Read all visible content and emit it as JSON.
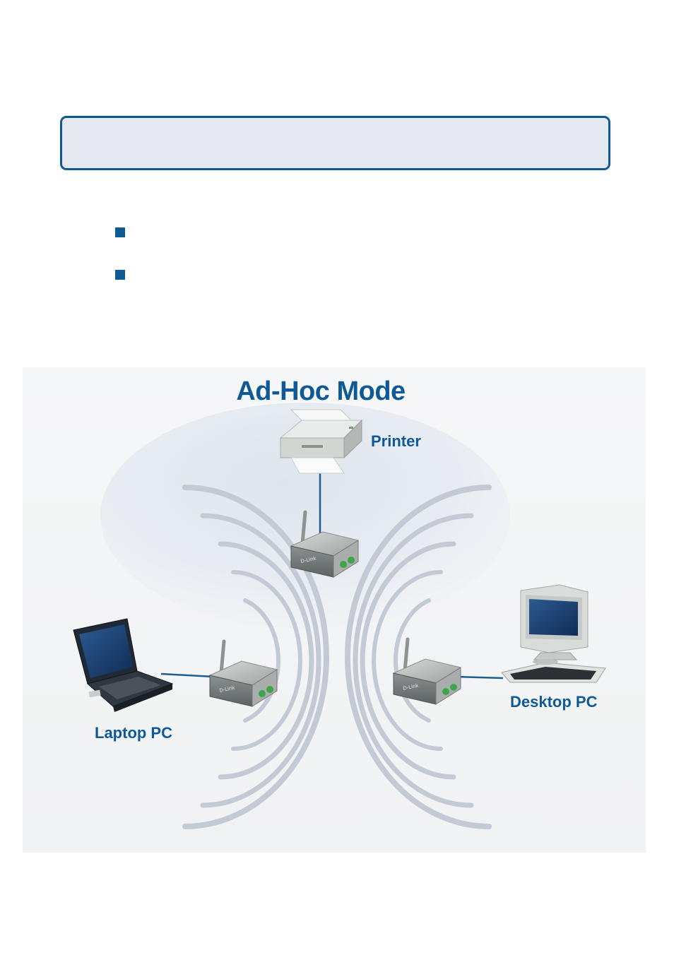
{
  "diagram": {
    "title": "Ad-Hoc Mode",
    "labels": {
      "printer": "Printer",
      "laptop": "Laptop PC",
      "desktop": "Desktop PC"
    },
    "brand_text": "D-Link"
  },
  "colors": {
    "accent": "#0d5a94",
    "label": "#0f5a96",
    "header_fill": "#e6e9ef"
  }
}
